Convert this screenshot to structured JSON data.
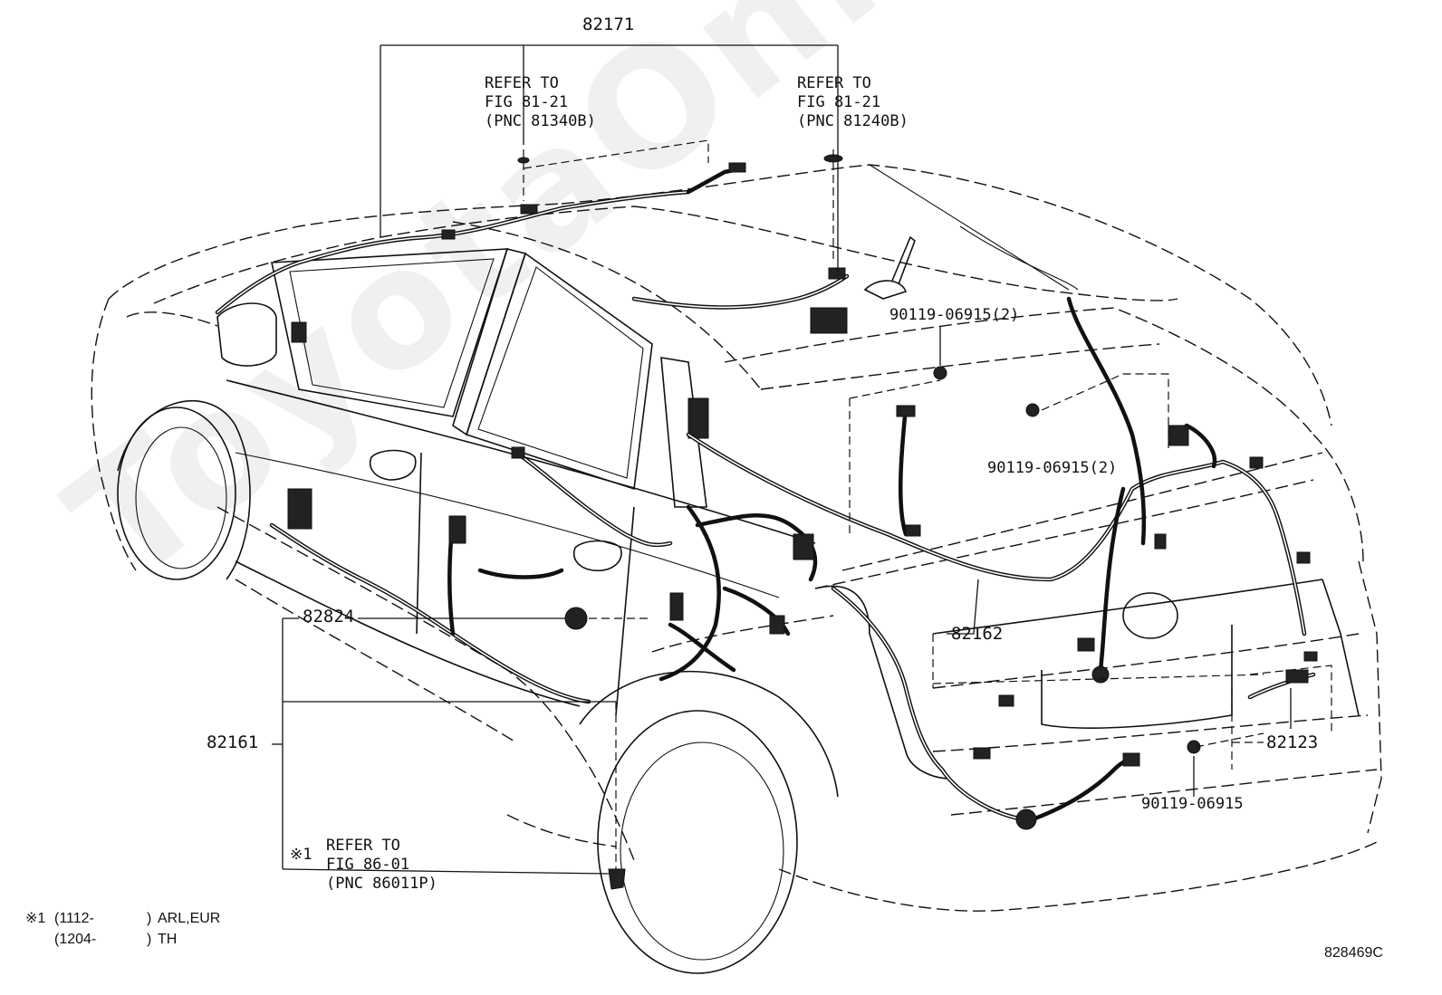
{
  "watermark": "ToyotaOnline.ru",
  "labels": {
    "p82171": "82171",
    "refer_a_1": "REFER TO",
    "refer_a_2": "FIG 81-21",
    "refer_a_3": "(PNC 81340B)",
    "refer_b_1": "REFER TO",
    "refer_b_2": "FIG 81-21",
    "refer_b_3": "(PNC 81240B)",
    "p90119_top": "90119-06915(2)",
    "p90119_mid": "90119-06915(2)",
    "p90119_low": "90119-06915",
    "p82824": "82824",
    "p82162": "82162",
    "p82161": "82161",
    "p82123": "82123",
    "refer_c_mark": "※1",
    "refer_c_1": "REFER TO",
    "refer_c_2": "FIG 86-01",
    "refer_c_3": "(PNC 86011P)"
  },
  "notes": {
    "line1_mark": "※1",
    "line1_range": "(1112-",
    "line1_close": ")",
    "line1_region": "ARL,EUR",
    "line2_range": "(1204-",
    "line2_close": ")",
    "line2_region": "TH"
  },
  "illustration_id": "828469C"
}
